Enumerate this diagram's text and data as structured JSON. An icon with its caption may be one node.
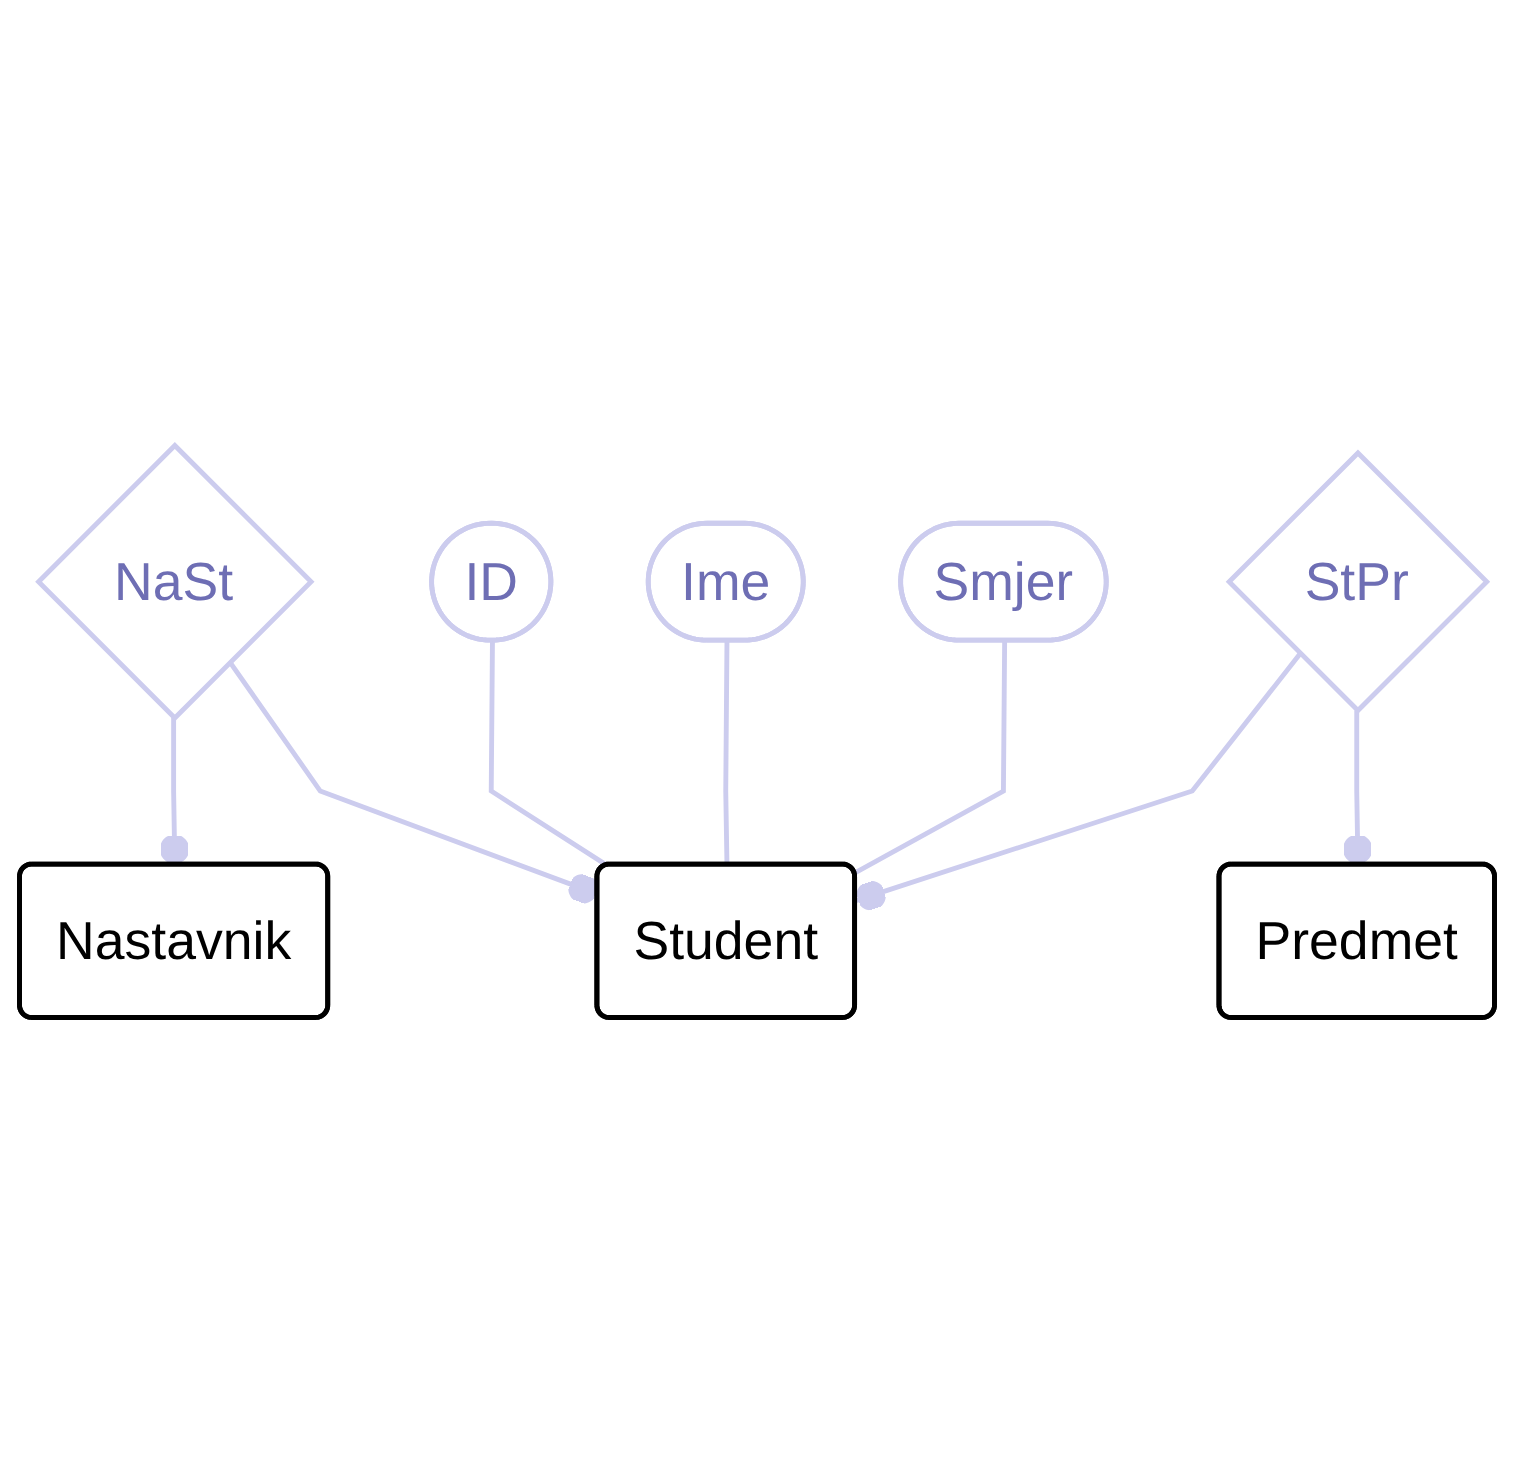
{
  "diagram": {
    "nodes": [
      {
        "text": [
          "Nastavnik"
        ]
      },
      {
        "text": [
          "ID"
        ]
      },
      {
        "text": [
          "Ime"
        ]
      },
      {
        "text": [
          "Smjer"
        ]
      },
      {
        "text": [
          "NaSt"
        ]
      },
      {
        "text": [
          "Student"
        ]
      },
      {
        "text": [
          "Predmet"
        ]
      },
      {
        "text": [
          "StPr"
        ]
      }
    ],
    "edges": [
      {
        "from": 4,
        "to": 0,
        "arrow": "other"
      },
      {
        "from": 4,
        "to": 5,
        "arrow": "other"
      },
      {
        "from": 1,
        "to": 5,
        "arrow": "none"
      },
      {
        "from": 2,
        "to": 5,
        "arrow": "none"
      },
      {
        "from": 3,
        "to": 5,
        "arrow": "none"
      },
      {
        "from": 7,
        "to": 5,
        "arrow": "other"
      },
      {
        "from": 7,
        "to": 6,
        "arrow": "other"
      }
    ]
  }
}
